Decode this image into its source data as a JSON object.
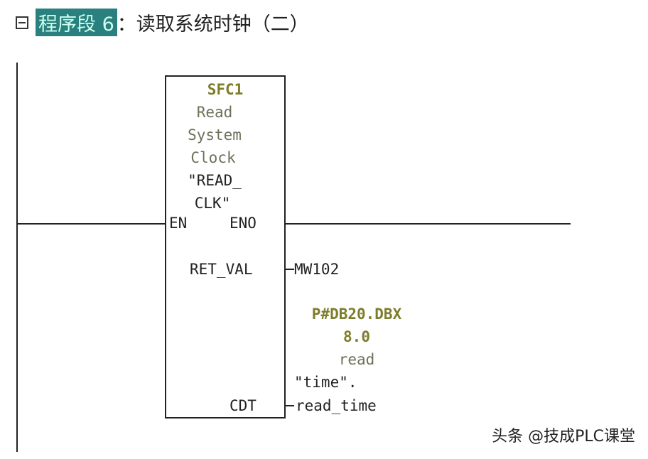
{
  "header": {
    "segment_label": "程序段 6",
    "title": "：读取系统时钟（二）"
  },
  "block": {
    "name": "SFC1",
    "desc": [
      "Read",
      "System",
      "Clock",
      "\"READ_",
      "CLK\""
    ],
    "en": "EN",
    "eno": "ENO",
    "ret_val": "RET_VAL",
    "cdt": "CDT"
  },
  "params": {
    "ret_val_operand": "MW102",
    "cdt_address": [
      "P#DB20.DBX",
      "8.0"
    ],
    "cdt_symbol": [
      "read",
      "\"time\"."
    ],
    "cdt_operand": "read_time"
  },
  "watermark": "头条 @技成PLC课堂"
}
